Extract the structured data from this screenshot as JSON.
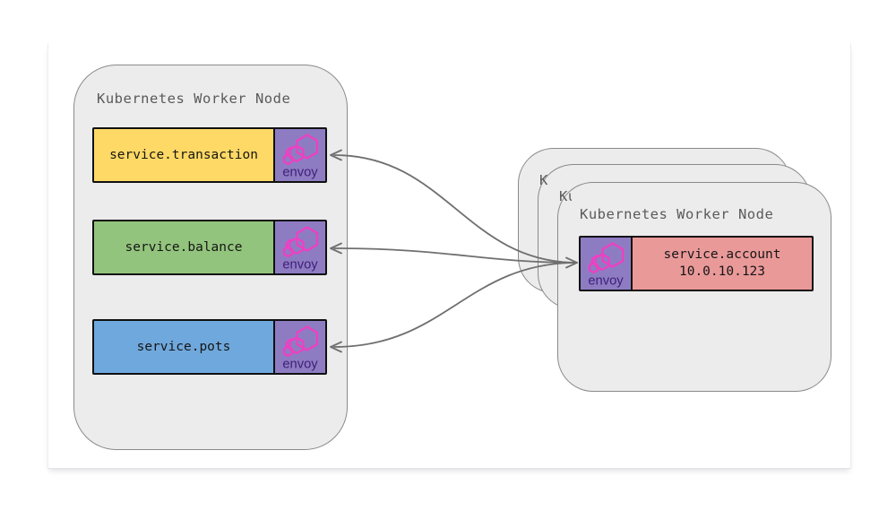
{
  "diagram": {
    "left_node": {
      "title": "Kubernetes Worker Node",
      "services": [
        {
          "name": "service.transaction",
          "color": "#ffd966"
        },
        {
          "name": "service.balance",
          "color": "#93c47d"
        },
        {
          "name": "service.pots",
          "color": "#6fa8dc"
        }
      ]
    },
    "right_stack": {
      "back_fragment": "K",
      "middle_fragment": "Ku",
      "front": {
        "title": "Kubernetes Worker Node",
        "service_name": "service.account",
        "service_ip": "10.0.10.123",
        "color": "#ea9999"
      }
    },
    "envoy": {
      "label": "envoy",
      "box_color": "#8e7cc3",
      "logo_color": "#ef3fc2",
      "label_color": "#3f1e78"
    },
    "arrow_color": "#6f6f6f",
    "node_fill": "#ececec"
  }
}
